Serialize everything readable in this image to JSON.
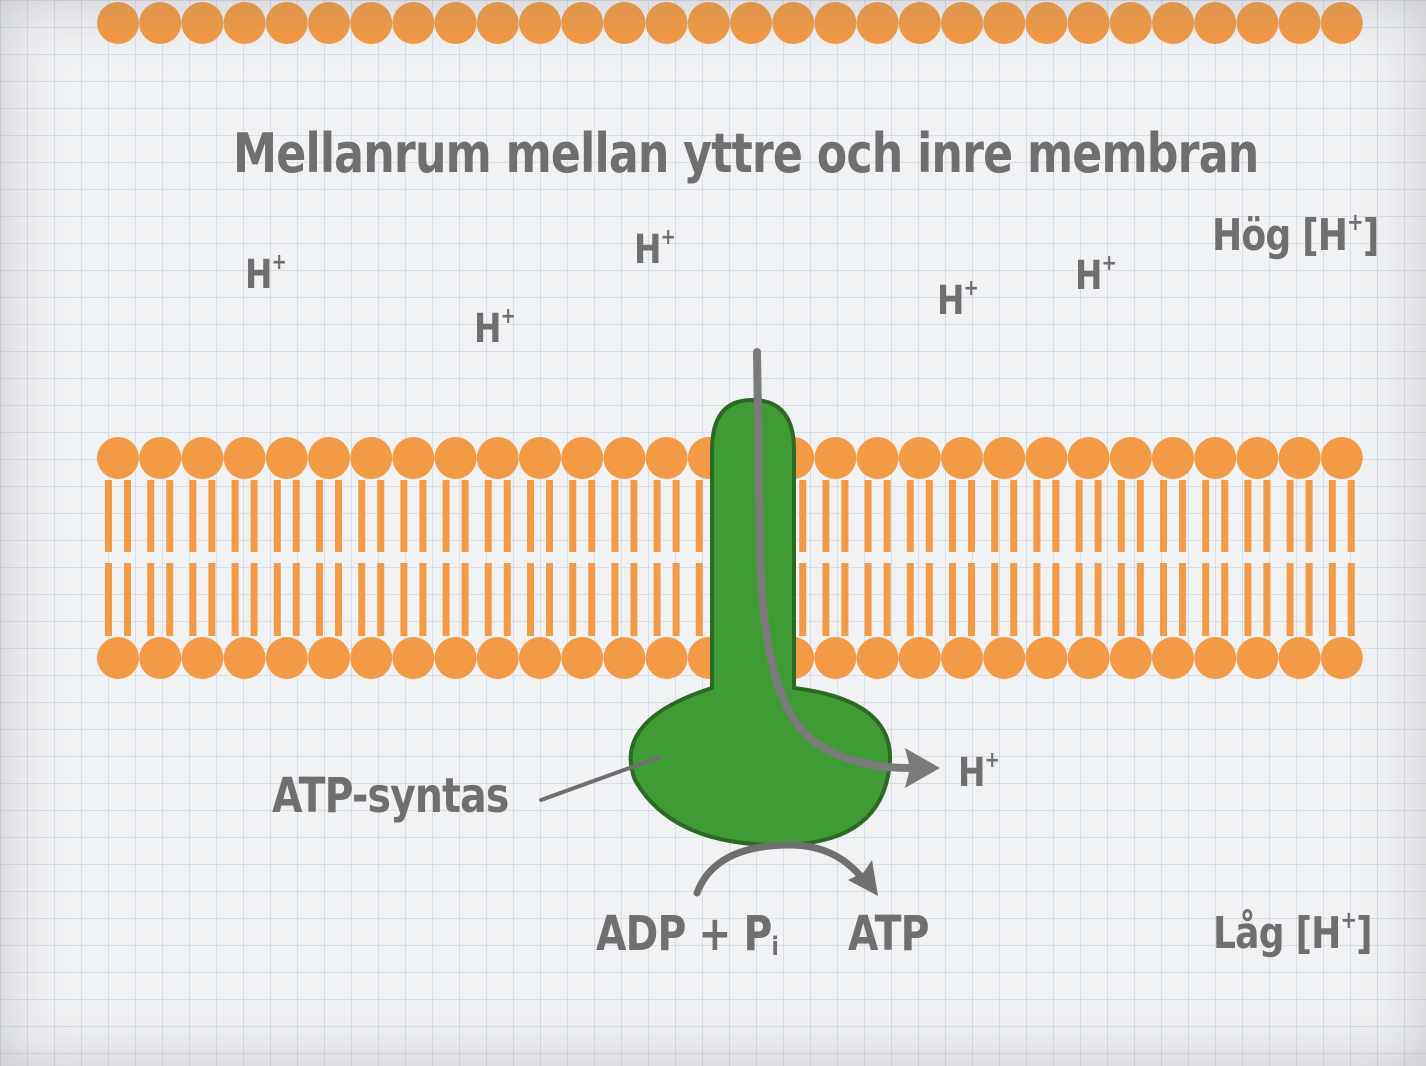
{
  "title": "Mellanrum mellan yttre och inre membran",
  "high_concentration": {
    "text": "Hög [H",
    "sup": "+",
    "close": "]"
  },
  "low_concentration": {
    "text": "Låg [H",
    "sup": "+",
    "close": "]"
  },
  "proton": {
    "symbol": "H",
    "charge": "+"
  },
  "enzyme_label": "ATP-syntas",
  "reactant": {
    "main": "ADP + P",
    "sub": "i"
  },
  "product": "ATP",
  "colors": {
    "membrane": "#f29a45",
    "enzyme": "#3f9c35",
    "enzyme_outline": "#2c6a24",
    "arrow": "#7b7b7b",
    "text": "#6f6f6f"
  }
}
